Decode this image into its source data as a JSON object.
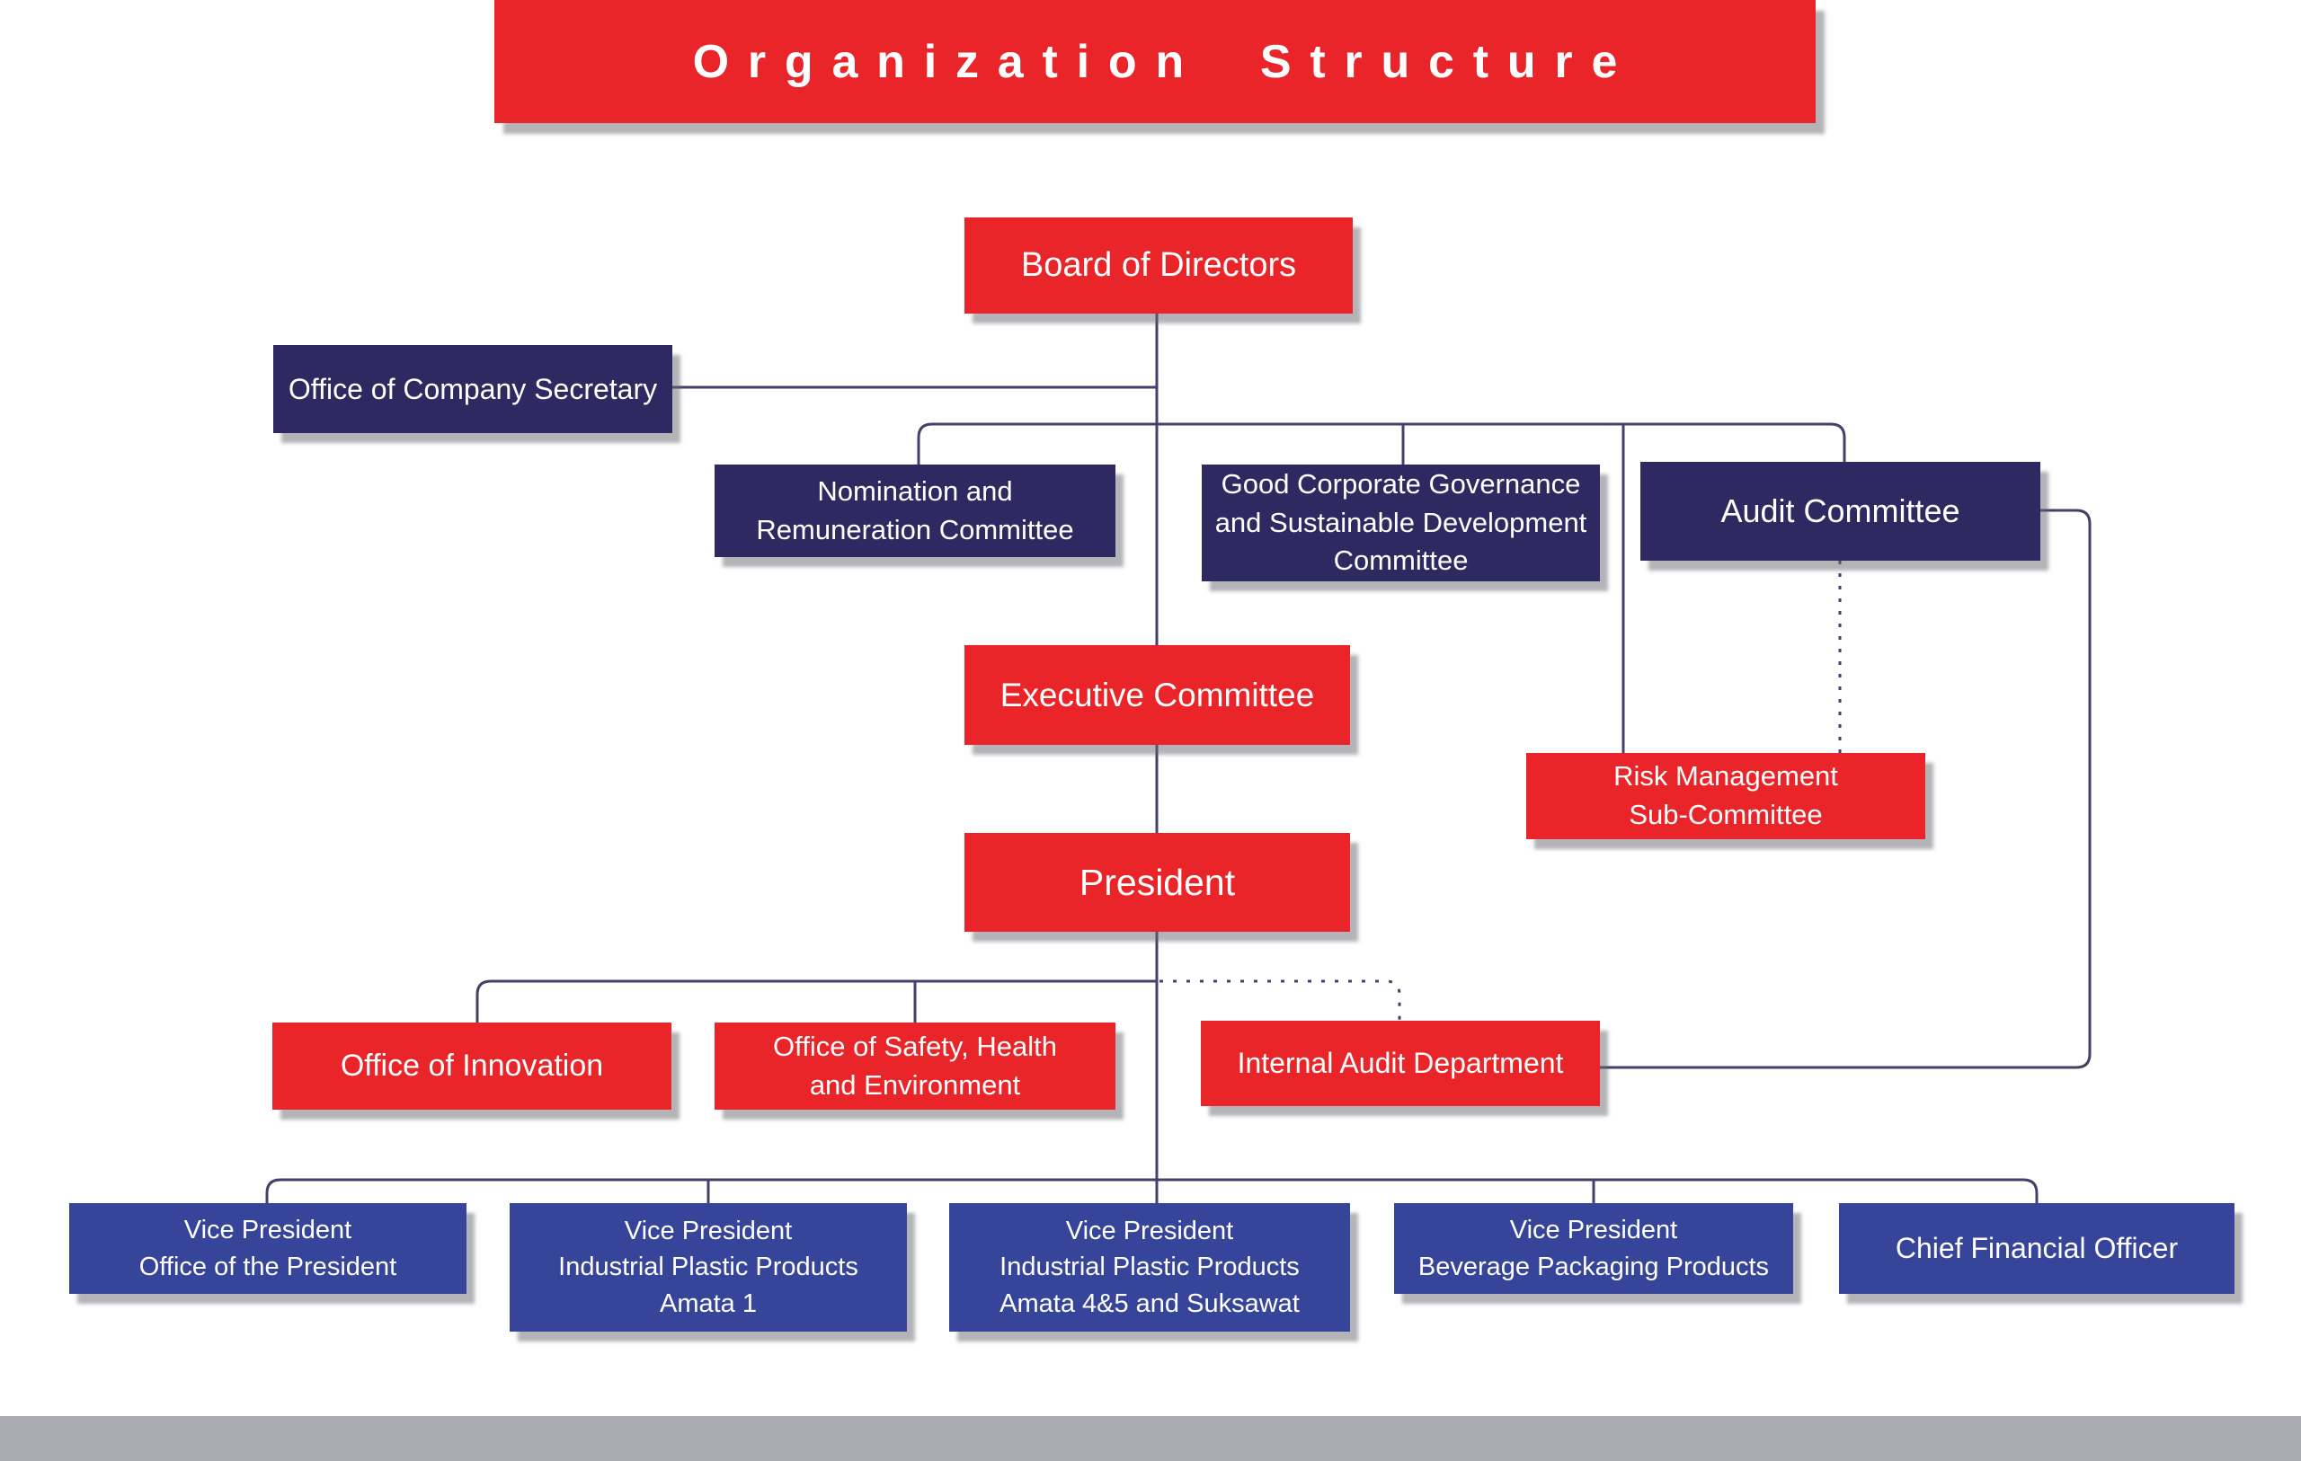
{
  "title": {
    "text": "Organization Structure"
  },
  "colors": {
    "red": "#e92529",
    "navy": "#2e2a61",
    "blue": "#36459a",
    "connector_line": "#43406a",
    "footer_gray": "#a9abae",
    "text": "#ffffff",
    "background": "#ffffff"
  },
  "nodes": {
    "board": {
      "label": "Board of Directors"
    },
    "secretary": {
      "label": "Office of Company Secretary"
    },
    "nomination": {
      "label": "Nomination and\nRemuneration Committee"
    },
    "governance": {
      "label": "Good Corporate Governance\nand Sustainable Development\nCommittee"
    },
    "audit": {
      "label": "Audit Committee"
    },
    "executive": {
      "label": "Executive Committee"
    },
    "risk": {
      "label": "Risk Management\nSub-Committee"
    },
    "president": {
      "label": "President"
    },
    "innovation": {
      "label": "Office of Innovation"
    },
    "safety": {
      "label": "Office of Safety, Health\nand Environment"
    },
    "internal": {
      "label": "Internal Audit Department"
    },
    "vp1": {
      "label": "Vice President\nOffice of the President"
    },
    "vp2": {
      "label": "Vice President\nIndustrial Plastic Products\nAmata 1"
    },
    "vp3": {
      "label": "Vice President\nIndustrial Plastic Products\nAmata 4&5 and Suksawat"
    },
    "vp4": {
      "label": "Vice President\nBeverage Packaging Products"
    },
    "cfo": {
      "label": "Chief Financial Officer"
    }
  }
}
